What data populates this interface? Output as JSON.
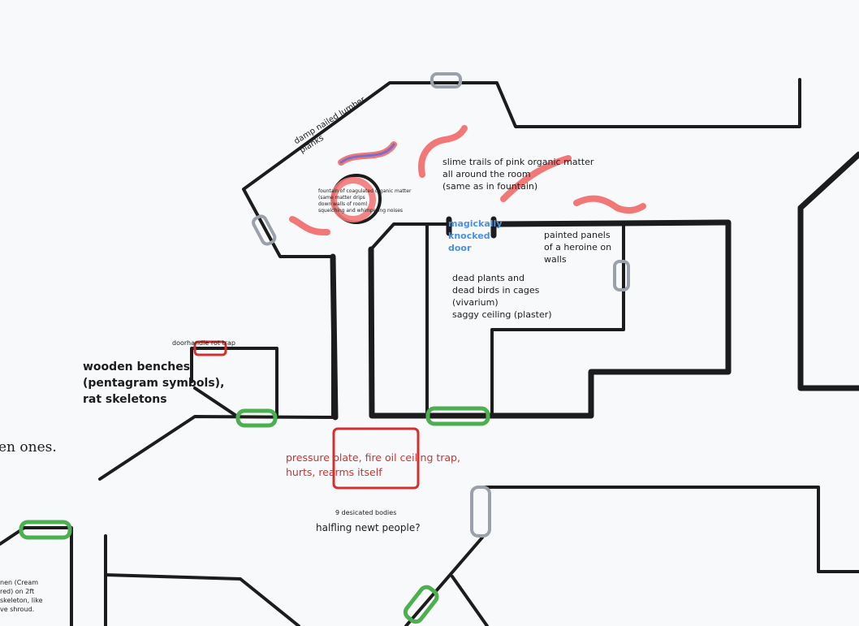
{
  "colors": {
    "background": "#f8f9fb",
    "wall": "#1c1c1c",
    "door_grey": "#9aa1ab",
    "door_green": "#4caf50",
    "trap_red": "#d32f2f",
    "slime_pink": "#f27878",
    "magic_blue": "#4a90e2"
  },
  "labels": {
    "lumber": "damp nailed lumber\nplanks",
    "fountain": "fountain of coagulated organic matter\n(same matter drips\ndown walls of room)\nsquelching and whimpering noises",
    "slime_trails": "slime trails of pink organic matter\nall around the room\n(same as in fountain)",
    "magic_door": "magickally\nknocked\ndoor",
    "painted_panels": "painted panels\nof a heroine on\nwalls",
    "vivarium": "dead plants and\ndead birds in cages\n(vivarium)\nsaggy ceiling (plaster)",
    "doorhandle_trap": "doorhandle rot trap",
    "benches": "wooden benches\n(pentagram symbols),\nrat skeletons",
    "cut_text": "en ones.",
    "pressure_plate": "pressure plate, fire oil ceiling trap,\nhurts, rearms itself",
    "bodies": "9 desicated bodies",
    "halfling": "halfling newt people?",
    "bottom_left_note": "nen (Cream\nred) on 2ft\nskeleton, like\nve shroud."
  }
}
